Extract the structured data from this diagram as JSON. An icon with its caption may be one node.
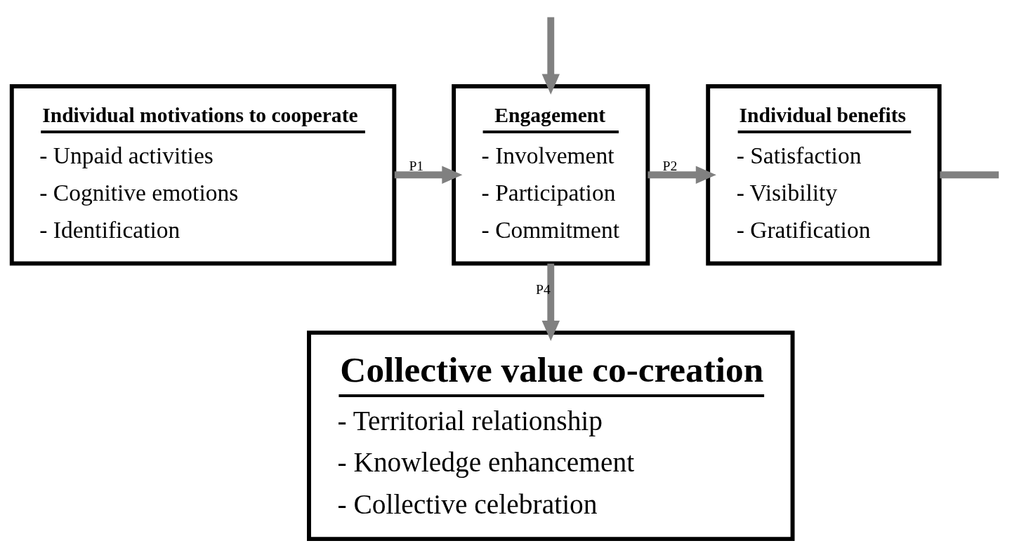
{
  "diagram": {
    "nodes": [
      {
        "text": [
          "Individual motivations to cooperate",
          "- Unpaid activities",
          "- Cognitive emotions",
          "- Identification"
        ]
      },
      {
        "text": [
          "Engagement",
          "- Involvement",
          "- Participation",
          "- Commitment"
        ]
      },
      {
        "text": [
          "Individual benefits",
          "- Satisfaction",
          "- Visibility",
          "- Gratification"
        ]
      },
      {
        "text": [
          "Collective value co-creation",
          "- Territorial relationship",
          "- Knowledge enhancement",
          "- Collective celebration"
        ]
      }
    ],
    "edges": [
      {
        "from": null,
        "to": 1,
        "arrow": "to"
      },
      {
        "from": 0,
        "to": 1,
        "label": "P1",
        "arrow": "to"
      },
      {
        "from": 1,
        "to": 2,
        "label": "P2",
        "arrow": "to"
      },
      {
        "from": 2,
        "to": null,
        "arrow": "none"
      },
      {
        "from": 1,
        "to": 3,
        "label": "P4",
        "arrow": "to"
      }
    ]
  }
}
